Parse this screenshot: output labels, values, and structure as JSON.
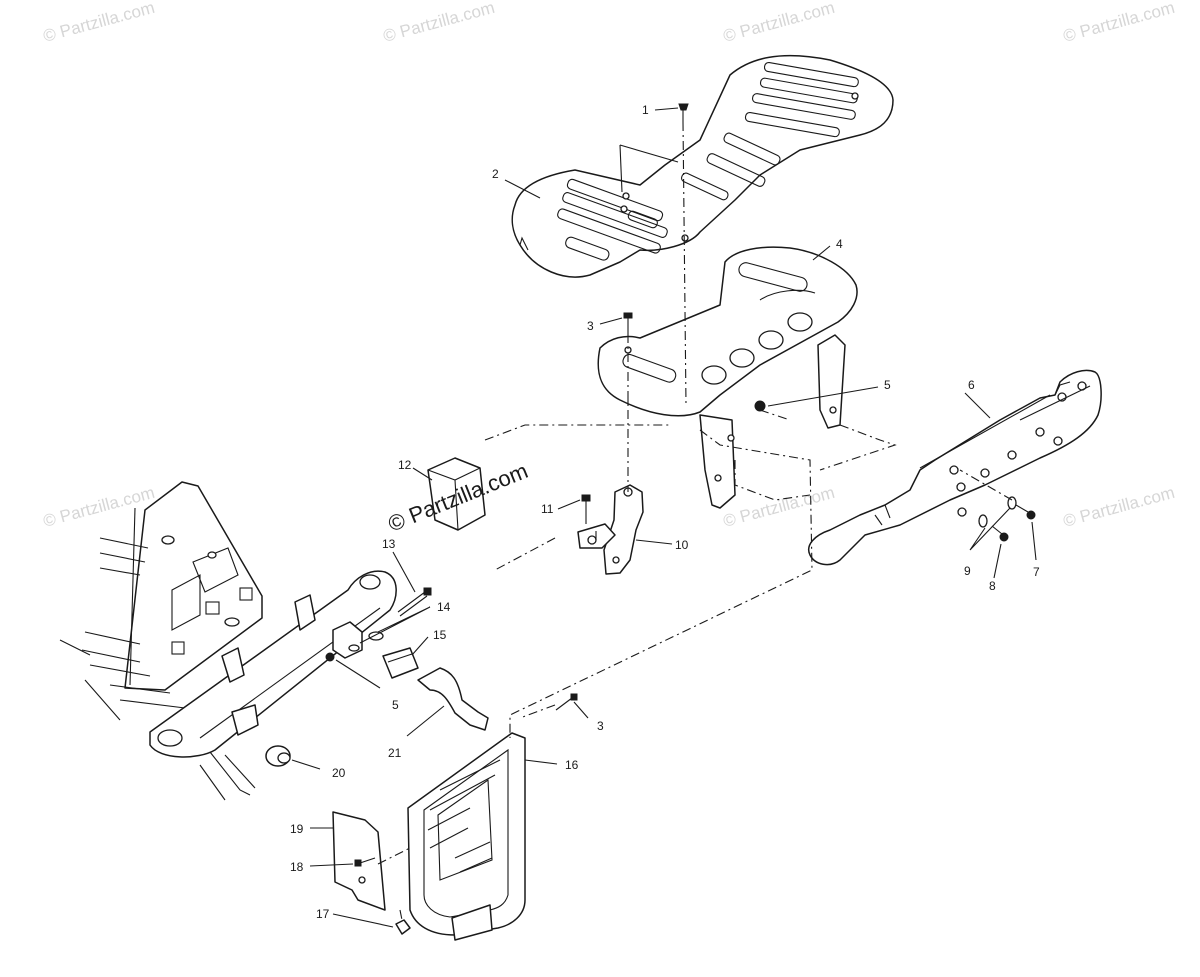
{
  "watermarks": {
    "small": "© Partzilla.com",
    "main": "© Partzilla.com"
  },
  "callouts": {
    "c1": "1",
    "c2": "2",
    "c3a": "3",
    "c3b": "3",
    "c4": "4",
    "c5a": "5",
    "c5b": "5",
    "c6": "6",
    "c7": "7",
    "c8": "8",
    "c9": "9",
    "c10": "10",
    "c11": "11",
    "c12": "12",
    "c13": "13",
    "c14": "14",
    "c15": "15",
    "c16": "16",
    "c17": "17",
    "c18": "18",
    "c19": "19",
    "c20": "20",
    "c21": "21"
  },
  "colors": {
    "line": "#1a1a1a",
    "watermark": "#d6d6d6",
    "background": "#ffffff"
  }
}
